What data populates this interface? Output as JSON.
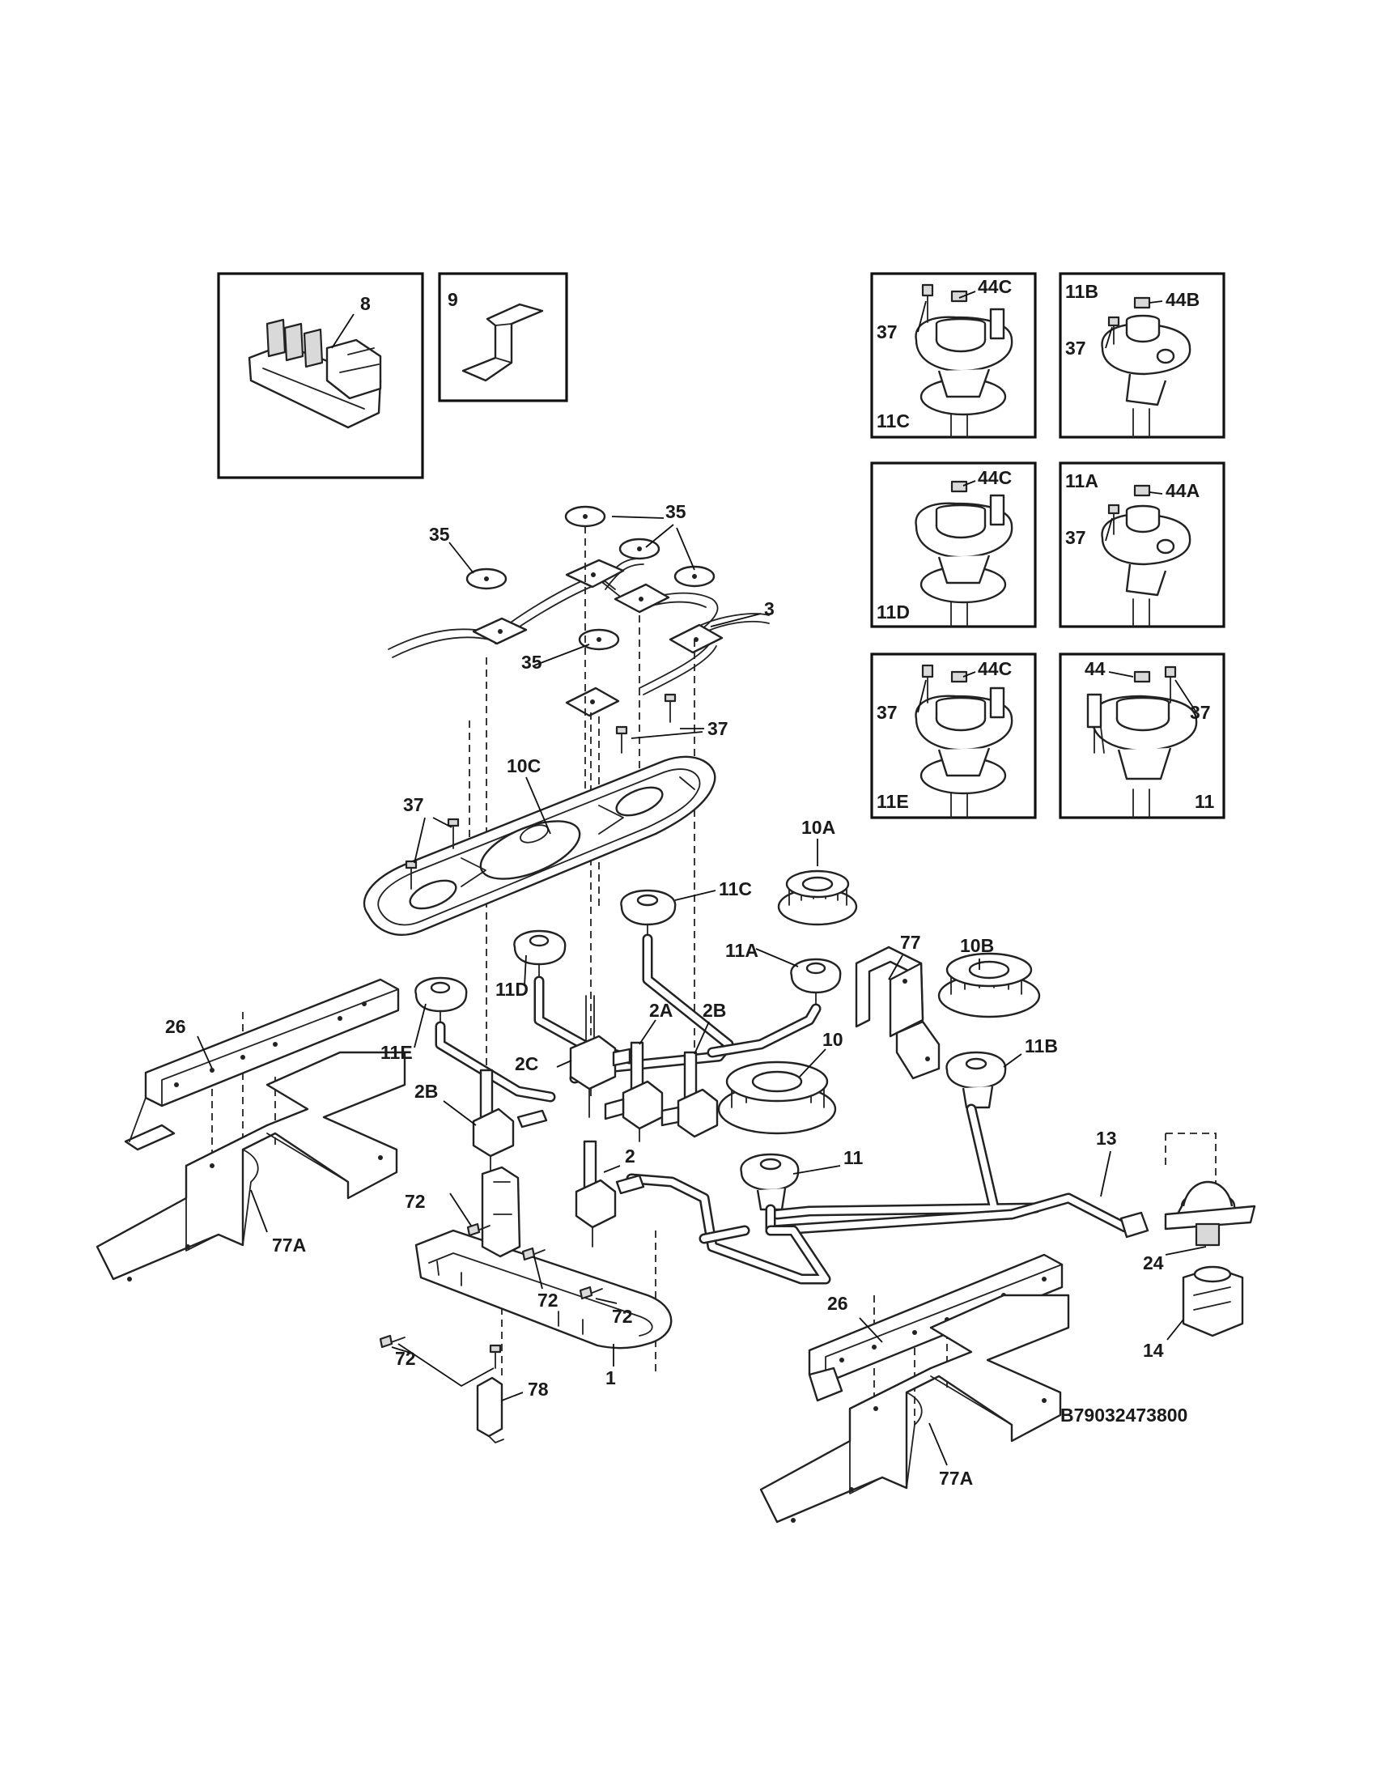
{
  "diagram": {
    "drawing_code": "B79032473800",
    "labels": [
      "8",
      "9",
      "44C",
      "37",
      "11C",
      "11B",
      "44B",
      "37",
      "44C",
      "11D",
      "11A",
      "44A",
      "37",
      "37",
      "44C",
      "11E",
      "44",
      "37",
      "11",
      "35",
      "35",
      "35",
      "3",
      "37",
      "37",
      "10C",
      "10A",
      "11C",
      "77",
      "11A",
      "10B",
      "11D",
      "11E",
      "2A",
      "2B",
      "26",
      "2C",
      "10",
      "11B",
      "2B",
      "2",
      "11",
      "13",
      "72",
      "77A",
      "72",
      "72",
      "24",
      "26",
      "72",
      "14",
      "1",
      "78",
      "77A"
    ]
  }
}
